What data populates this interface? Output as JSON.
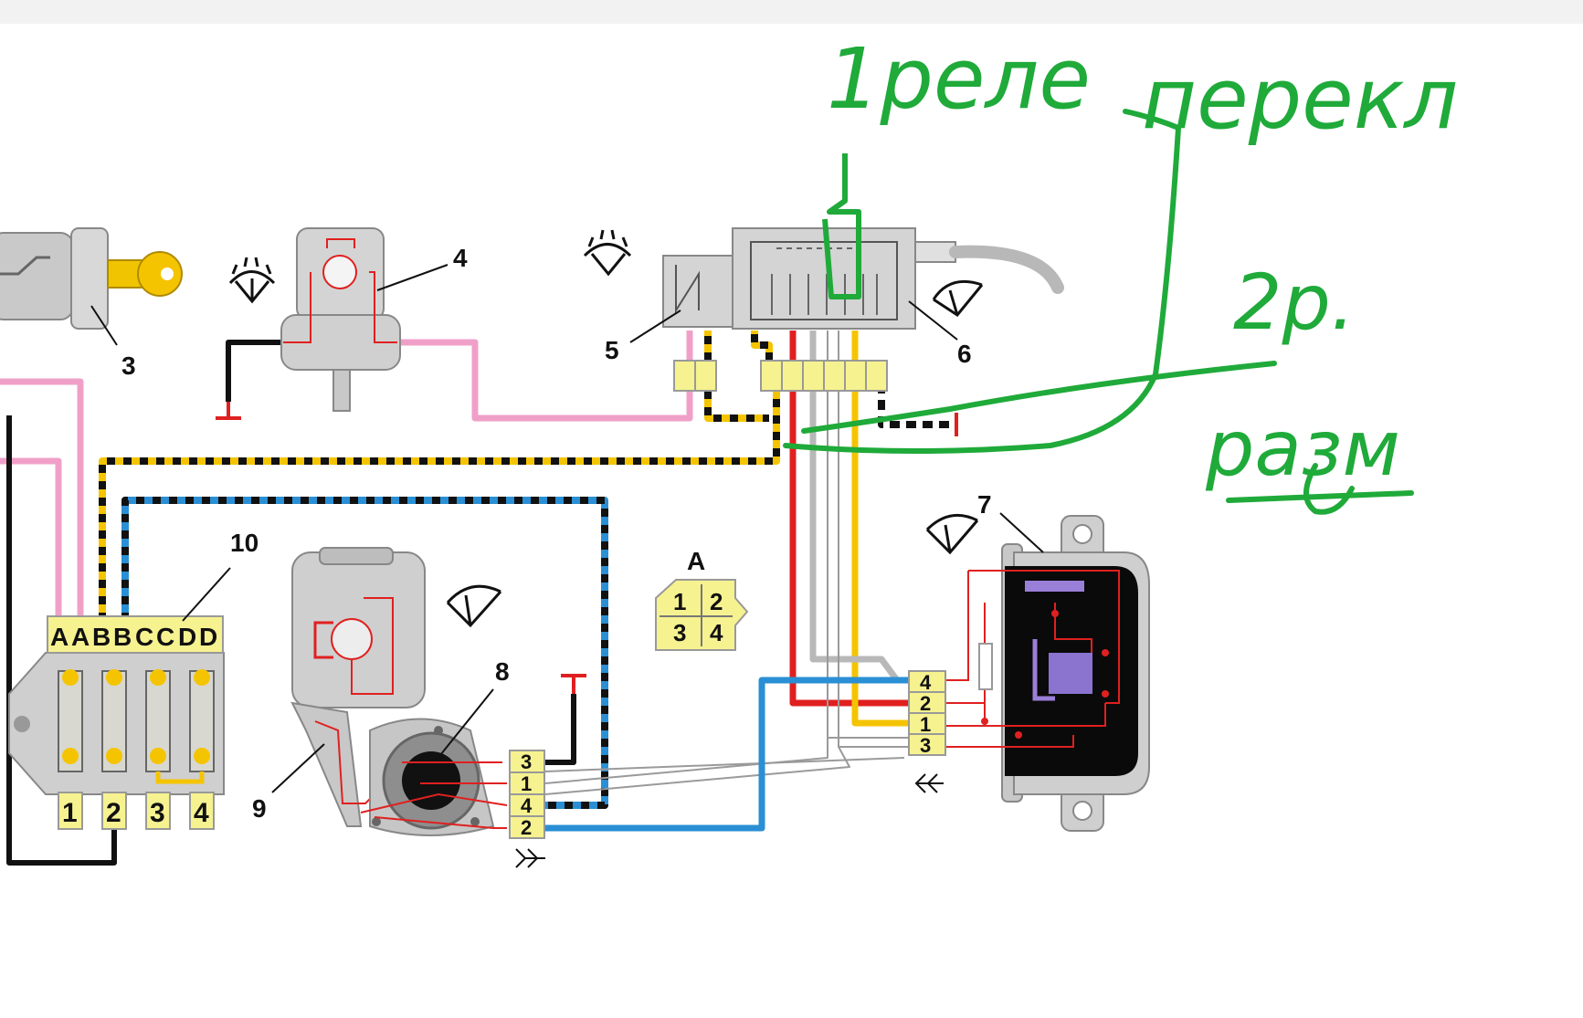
{
  "labels": {
    "ignition_switch": "3",
    "washer_pump": "4",
    "wiper_switch_washer": "5",
    "wiper_switch": "6",
    "relay": "7",
    "gearbox": "8",
    "wiper_motor": "9",
    "fuse_block": "10",
    "connector_view": "A"
  },
  "fuse_block": {
    "top_pins": [
      "A",
      "A",
      "B",
      "B",
      "C",
      "C",
      "D",
      "D"
    ],
    "bottom_pins": [
      "1",
      "2",
      "3",
      "4"
    ]
  },
  "connector_a": {
    "pins": [
      "1",
      "2",
      "3",
      "4"
    ]
  },
  "motor_connector": {
    "pins": [
      "3",
      "1",
      "4",
      "2"
    ]
  },
  "relay_connector": {
    "pins": [
      "4",
      "2",
      "1",
      "3"
    ]
  },
  "annotations": {
    "line1": "1реле",
    "line1b": "перекл",
    "line2": "2р.",
    "line3": "разм"
  },
  "colors": {
    "pink_wire": "#f0a0c8",
    "red_wire": "#e02020",
    "yellow_wire": "#f5c400",
    "blue_wire": "#2a8fd4",
    "grey_wire": "#b8b8b8",
    "black_wire": "#111111",
    "connector_fill": "#f6f290",
    "annotation": "#1faa3a"
  }
}
